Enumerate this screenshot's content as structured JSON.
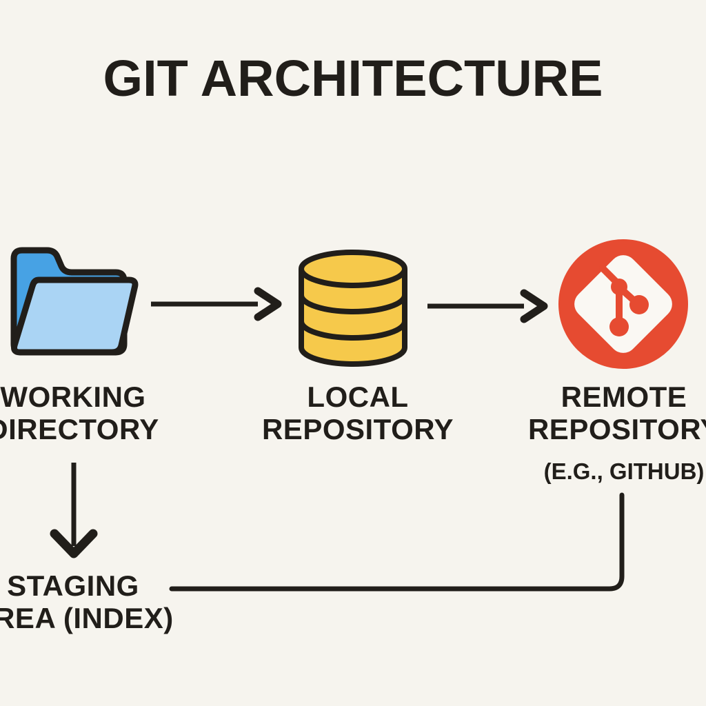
{
  "title": "GIT ARCHITECTURE",
  "nodes": [
    {
      "id": "working-directory",
      "icon": "folder-icon",
      "label_line1": "WORKING",
      "label_line2": "DIRECTORY"
    },
    {
      "id": "local-repository",
      "icon": "database-icon",
      "label_line1": "LOCAL",
      "label_line2": "REPOSITORY"
    },
    {
      "id": "remote-repository",
      "icon": "git-logo-icon",
      "label_line1": "REMOTE",
      "label_line2": "REPOSITORY",
      "sublabel": "(E.G., GITHUB)"
    }
  ],
  "staging": {
    "label_line1": "STAGING",
    "label_line2": "AREA (INDEX)"
  },
  "connections": [
    {
      "from": "working-directory",
      "to": "local-repository",
      "type": "arrow-right"
    },
    {
      "from": "local-repository",
      "to": "remote-repository",
      "type": "arrow-right"
    },
    {
      "from": "working-directory",
      "to": "staging-area",
      "type": "arrow-down"
    },
    {
      "from": "remote-repository",
      "to": "staging-area",
      "type": "elbow-line"
    }
  ],
  "colors": {
    "background": "#f6f4ee",
    "ink": "#211e1a",
    "folder_back_blue": "#47a2e4",
    "folder_front_blue": "#aad4f4",
    "database_yellow": "#f6c94b",
    "git_red": "#e64b31",
    "diamond_white": "#faf8f3"
  }
}
